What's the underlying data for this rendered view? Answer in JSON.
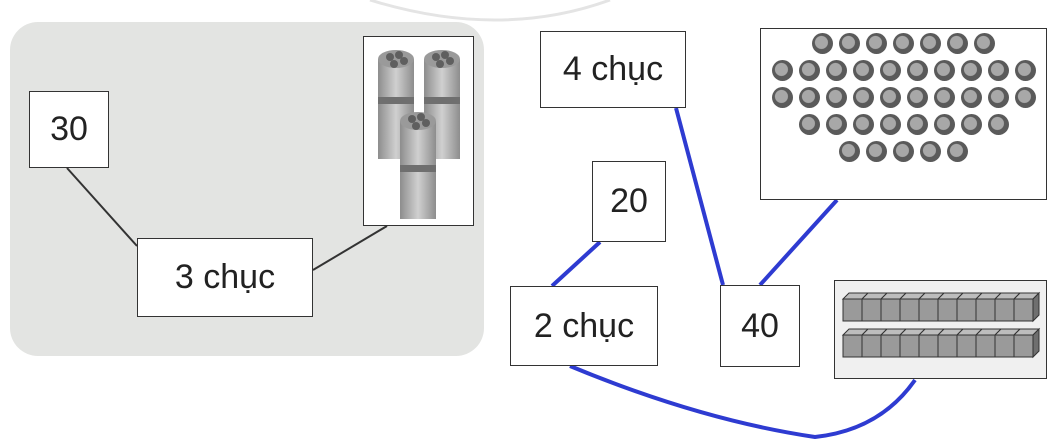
{
  "example": {
    "number_card": "30",
    "tens_card": "3 chục",
    "image": "bundles-of-sticks-3-tens"
  },
  "exercise": {
    "top_left_card": "4 chục",
    "middle_number_card": "20",
    "bottom_left_card": "2 chục",
    "bottom_number_card": "40",
    "dots_image": "counters-40",
    "cubes_image": "unit-cube-rods-2-tens"
  },
  "colors": {
    "panel": "#e3e4e2",
    "example_line": "#333333",
    "answer_line": "#2e3bd1"
  }
}
